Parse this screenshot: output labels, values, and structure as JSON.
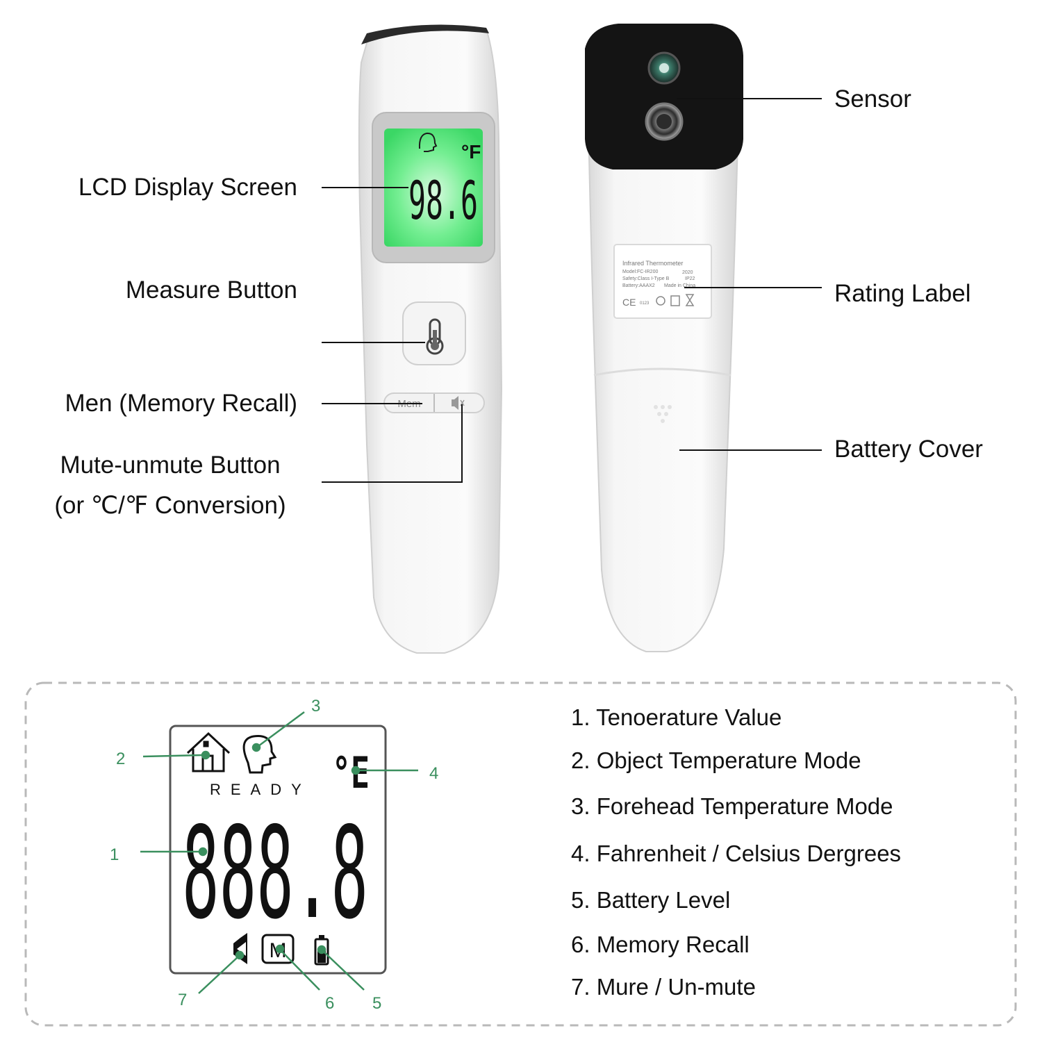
{
  "device": {
    "lcd_reading": "98.6",
    "lcd_unit": "°F",
    "mem_button_label": "Mem",
    "label_lines": [
      "Infrared Thermometer",
      "Model:FC-IR200",
      "Safety:Class I-Type B",
      "Battery:AAAX2",
      "2020",
      "IP22",
      "Made in China",
      "CE",
      "0123"
    ]
  },
  "callouts": {
    "lcd": "LCD Display Screen",
    "measure": "Measure Button",
    "mem": "Men (Memory Recall)",
    "mute_line1": "Mute-unmute Button",
    "mute_line2": "(or ℃/℉ Conversion)",
    "sensor": "Sensor",
    "rating": "Rating Label",
    "battery_cover": "Battery Cover"
  },
  "lcd_diagram": {
    "unit": "°E",
    "ready": "READY",
    "digits": "888.8",
    "memory_symbol": "M",
    "markers": [
      "1",
      "2",
      "3",
      "4",
      "5",
      "6",
      "7"
    ]
  },
  "legend": [
    "1. Tenoerature Value",
    "2. Object Temperature Mode",
    "3. Forehead Temperature Mode",
    "4. Fahrenheit / Celsius Dergrees",
    "5. Battery Level",
    "6. Memory Recall",
    "7. Mure / Un-mute"
  ],
  "colors": {
    "lcd_green": "#3ee26e",
    "callout_green": "#3a8f5e",
    "sensor_black": "#141414"
  }
}
